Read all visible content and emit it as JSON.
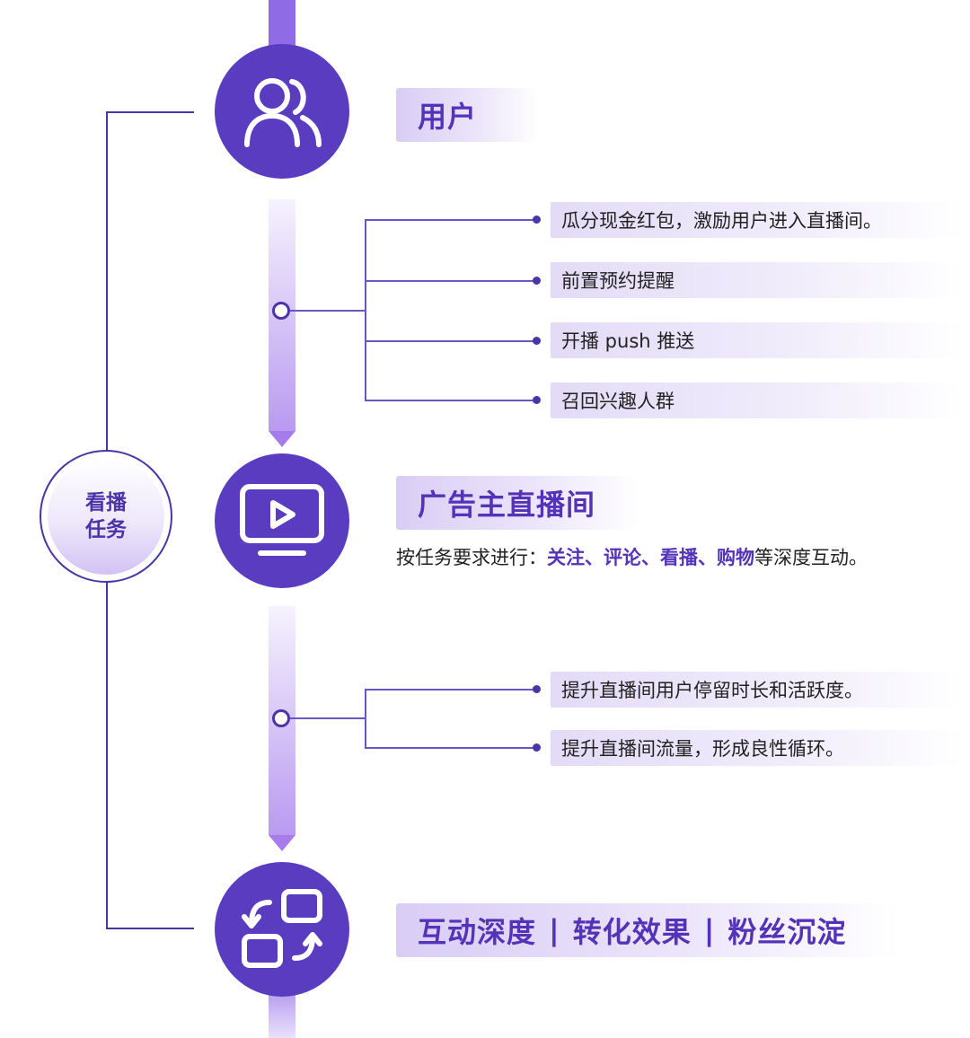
{
  "left_badge": {
    "line1": "看播",
    "line2": "任务"
  },
  "sections": {
    "user": {
      "title": "用户",
      "icon": "users-icon",
      "items": [
        "瓜分现金红包，激励用户进入直播间。",
        "前置预约提醒",
        "开播 push 推送",
        "召回兴趣人群"
      ]
    },
    "live_room": {
      "title": "广告主直播间",
      "icon": "monitor-play-icon",
      "description": {
        "prefix": "按任务要求进行：",
        "h1": "关注",
        "s1": "、",
        "h2": "评论",
        "s2": "、",
        "h3": "看播",
        "s3": "、",
        "h4": "购物",
        "suffix": "等深度互动。"
      },
      "items": [
        "提升直播间用户停留时长和活跃度。",
        "提升直播间流量，形成良性循环。"
      ]
    },
    "result": {
      "icon": "cycle-swap-icon",
      "parts": [
        "互动深度",
        "转化效果",
        "粉丝沉淀"
      ],
      "separator": "|"
    }
  },
  "colors": {
    "primary": "#5a3cc0",
    "line": "#4b34a8",
    "accent_text": "#5433b8"
  }
}
